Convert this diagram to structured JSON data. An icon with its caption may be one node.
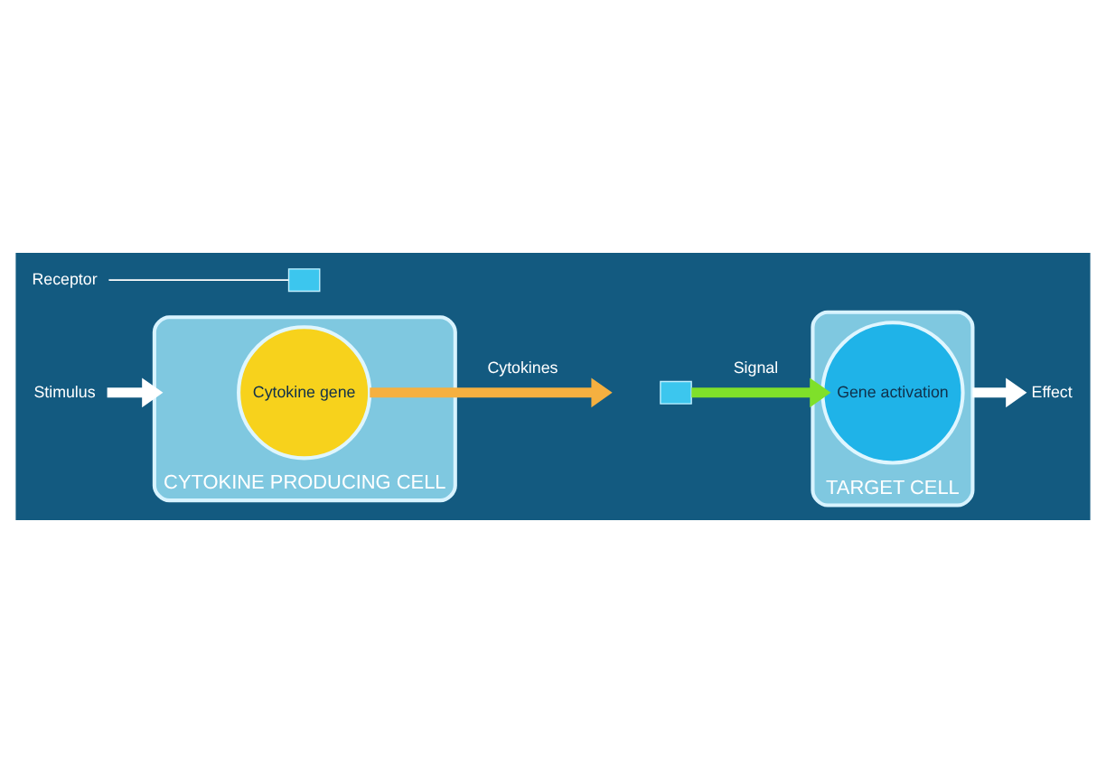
{
  "diagram": {
    "nodes": [
      {
        "text": [
          "CYTOKINE PRODUCING CELL"
        ]
      },
      {
        "text": [
          "Cytokine gene"
        ],
        "in": 0
      },
      {
        "text": [
          "Stimulus"
        ]
      },
      {
        "text": [
          "TARGET CELL"
        ]
      },
      {
        "text": [
          "Gene activation"
        ],
        "in": 3
      },
      {
        "text": [
          "Effect"
        ]
      },
      {
        "text": [
          "Receptor"
        ]
      },
      {
        "text": [],
        "shape": "box"
      },
      {
        "text": [],
        "shape": "box"
      }
    ],
    "edges": [
      {
        "from": 2,
        "to": 0,
        "arrow": "to"
      },
      {
        "from": 1,
        "to": null,
        "arrow": "to",
        "label": "Cytokines",
        "color": "#f5b040"
      },
      {
        "from": 6,
        "to": 7,
        "arrow": "none"
      },
      {
        "from": 8,
        "to": 4,
        "arrow": "to",
        "label": "Signal",
        "color": "#7fe02a"
      },
      {
        "from": 3,
        "to": 5,
        "arrow": "to"
      }
    ]
  }
}
